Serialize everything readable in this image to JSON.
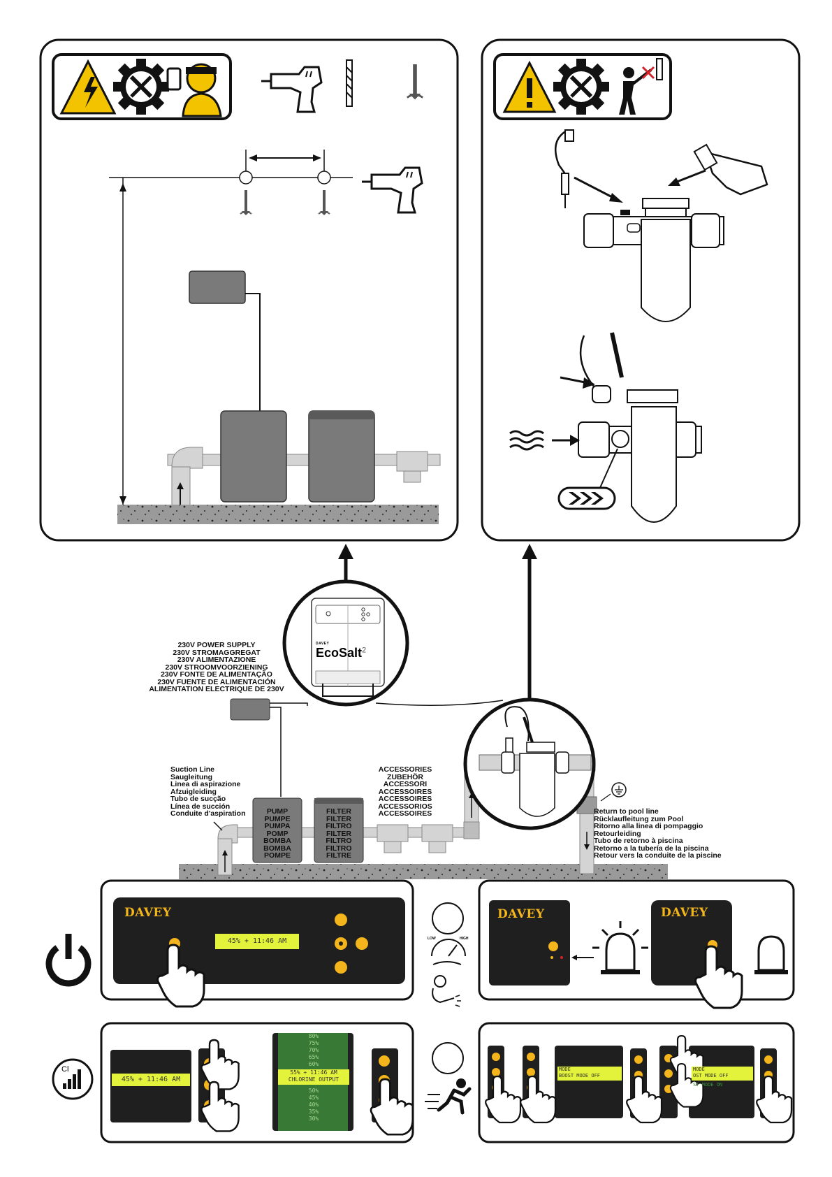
{
  "power_supply": {
    "lines": [
      "230V POWER SUPPLY",
      "230V STROMAGGREGAT",
      "230V ALIMENTAZIONE",
      "230V STROOMVOORZIENING",
      "230V FONTE DE ALIMENTAÇÃO",
      "230V FUENTE DE ALIMENTACIÓN",
      "ALIMENTATION ELECTRIQUE DE 230V"
    ]
  },
  "suction_line": {
    "lines": [
      "Suction Line",
      "Saugleitung",
      "Linea di aspirazione",
      "Afzuigleiding",
      "Tubo de sucção",
      "Línea de succión",
      "Conduite d'aspiration"
    ]
  },
  "pump": {
    "lines": [
      "PUMP",
      "PUMPE",
      "PUMPA",
      "POMP",
      "BOMBA",
      "BOMBA",
      "POMPE"
    ]
  },
  "filter": {
    "lines": [
      "FILTER",
      "FILTER",
      "FILTRO",
      "FILTER",
      "FILTRO",
      "FILTRO",
      "FILTRE"
    ]
  },
  "accessories": {
    "lines": [
      "ACCESSORIES",
      "ZUBEHÖR",
      "ACCESSORI",
      "ACCESSOIRES",
      "ACCESSOIRES",
      "ACCESSORIOS",
      "ACCESSOIRES"
    ]
  },
  "return_line": {
    "lines": [
      "Return to pool line",
      "Rücklaufleitung zum Pool",
      "Ritorno alla linea di pompaggio",
      "Retourleiding",
      "Tubo de retorno à piscina",
      "Retorno a la tubería de la piscina",
      "Retour vers la conduite de la piscine"
    ]
  },
  "product": {
    "brand": "DAVEY",
    "name": "EcoSalt",
    "model": "2"
  },
  "controller": {
    "brand": "DAVEY",
    "lcd_main": "45%  + 11:46 AM",
    "lcd_small": "45%  + 11:46 AM",
    "output_list_top": [
      "80%",
      "75%",
      "70%",
      "65%",
      "60%"
    ],
    "output_selected": "55%  + 11:46 AM",
    "output_caption": "CHLORINE OUTPUT",
    "output_list_bottom": [
      "50%",
      "45%",
      "40%",
      "35%",
      "30%"
    ],
    "boost_line1": "MODE",
    "boost_line2": "BOOST MODE    OFF",
    "boost2_line1": "MODE",
    "boost2_line2": "OST MODE   OFF",
    "boost2_line3": "ST MODE    ON",
    "gauge_low": "LOW",
    "gauge_high": "HIGH",
    "cl_label": "Cl"
  },
  "colors": {
    "accent": "#f3b51b",
    "lcd": "#e3f23a",
    "panel": "#1f1f1f",
    "equipment": "#7a7a7a",
    "pipe": "#d4d4d4"
  }
}
